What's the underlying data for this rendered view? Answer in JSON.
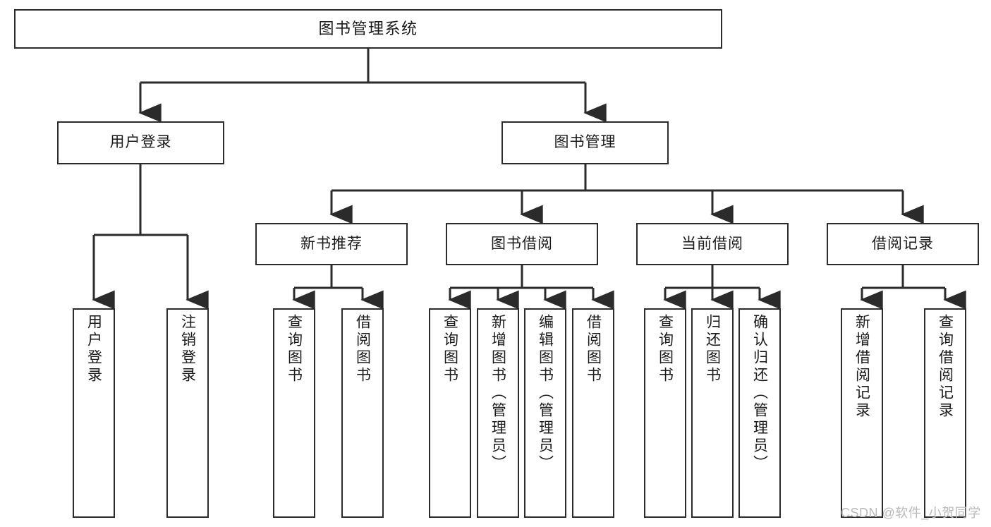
{
  "diagram": {
    "title": "图书管理系统",
    "type": "tree-hierarchy",
    "watermark": "CSDN @软件_小贺同学",
    "colors": {
      "background": "#ffffff",
      "node_fill": "#ffffff",
      "node_stroke": "#2b2b2b",
      "edge": "#2b2b2b",
      "text": "#1a1a1a",
      "watermark": "#b9b9b9"
    },
    "nodes": {
      "root": {
        "label": "图书管理系统"
      },
      "level1": [
        {
          "label": "用户登录"
        },
        {
          "label": "图书管理"
        }
      ],
      "level2": [
        {
          "label": "新书推荐"
        },
        {
          "label": "图书借阅"
        },
        {
          "label": "当前借阅"
        },
        {
          "label": "借阅记录"
        }
      ],
      "leaves": {
        "user_login": [
          {
            "label": "用户登录"
          },
          {
            "label": "注销登录"
          }
        ],
        "new_book_recommend": [
          {
            "label": "查询图书"
          },
          {
            "label": "借阅图书"
          }
        ],
        "book_borrow": [
          {
            "label": "查询图书"
          },
          {
            "label": "新增图书（管理员）"
          },
          {
            "label": "编辑图书（管理员）"
          },
          {
            "label": "借阅图书"
          }
        ],
        "current_borrow": [
          {
            "label": "查询图书"
          },
          {
            "label": "归还图书"
          },
          {
            "label": "确认归还（管理员）"
          }
        ],
        "borrow_records": [
          {
            "label": "新增借阅记录"
          },
          {
            "label": "查询借阅记录"
          }
        ]
      }
    }
  }
}
